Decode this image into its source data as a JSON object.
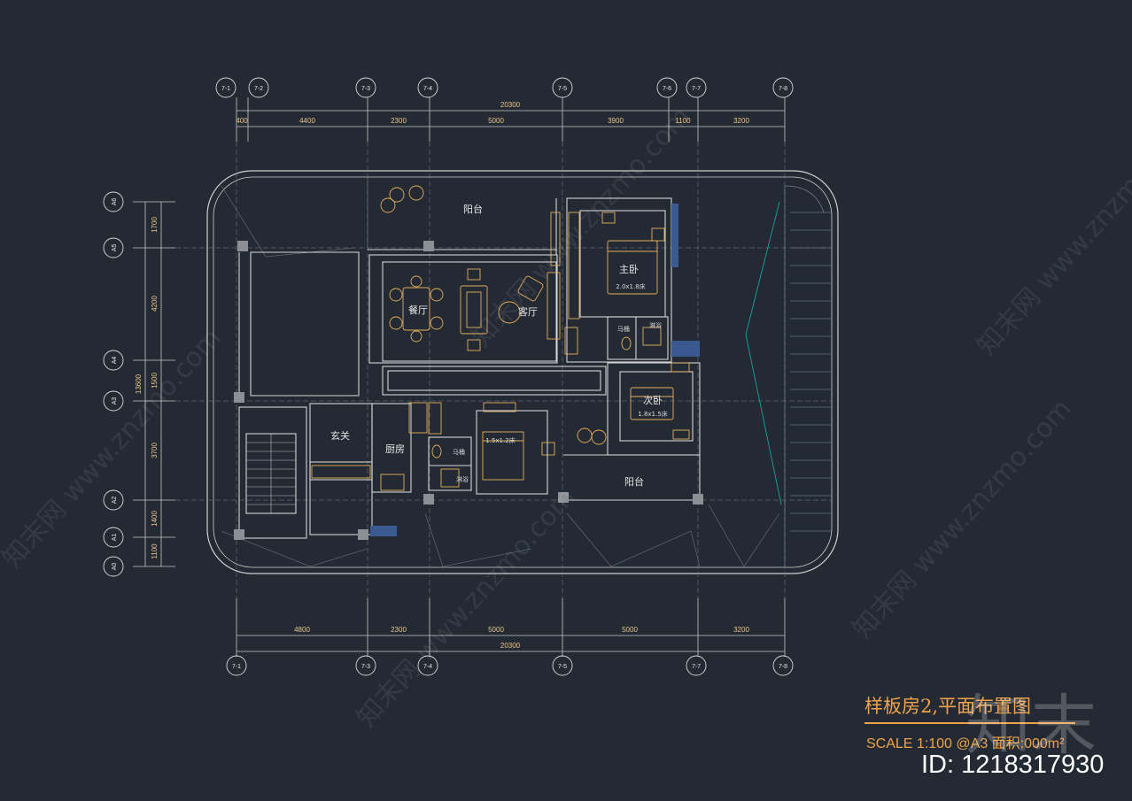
{
  "top_dims": {
    "total": "20300",
    "segments": [
      "400",
      "4400",
      "2300",
      "5000",
      "3900",
      "1100",
      "3200"
    ]
  },
  "bottom_dims": {
    "total": "20300",
    "segments": [
      "4800",
      "2300",
      "5000",
      "5000",
      "3200"
    ]
  },
  "left_dims": {
    "total": "13600",
    "segments": [
      "1700",
      "4200",
      "1500",
      "3700",
      "1400",
      "1100"
    ]
  },
  "grid_top": [
    "7-1",
    "7-2",
    "7-3",
    "7-4",
    "7-5",
    "7-6",
    "7-7",
    "7-8"
  ],
  "grid_bottom": [
    "7-1",
    "7-3",
    "7-4",
    "7-5",
    "7-7",
    "7-8"
  ],
  "grid_left": [
    "A6",
    "A5",
    "A4",
    "A3",
    "A2",
    "A1",
    "A0"
  ],
  "rooms": {
    "balcony_top": "阳台",
    "master_bed": "主卧",
    "master_bed_size": "2.0x1.8床",
    "dining": "餐厅",
    "living": "客厅",
    "toilet_1": "马桶",
    "shower_1": "淋浴",
    "second_bed": "次卧",
    "second_bed_size": "1.8x1.5床",
    "foyer": "玄关",
    "kitchen": "厨房",
    "toilet_2": "马桶",
    "shower_2": "淋浴",
    "third_bed_size": "1.5x1.2床",
    "balcony_bottom": "阳台"
  },
  "title": "样板房2,平面布置图",
  "scale": "SCALE  1:100  @A3  面积:000m²",
  "image_id": "ID: 1218317930",
  "logo_text": "知末",
  "watermark_text": "知末网 www.znzmo.com",
  "colors": {
    "background": "#232a33",
    "dims": "#e8c58a",
    "walls": "#d0d0d0",
    "furniture": "#e5ad5e",
    "title": "#f0a24a"
  }
}
